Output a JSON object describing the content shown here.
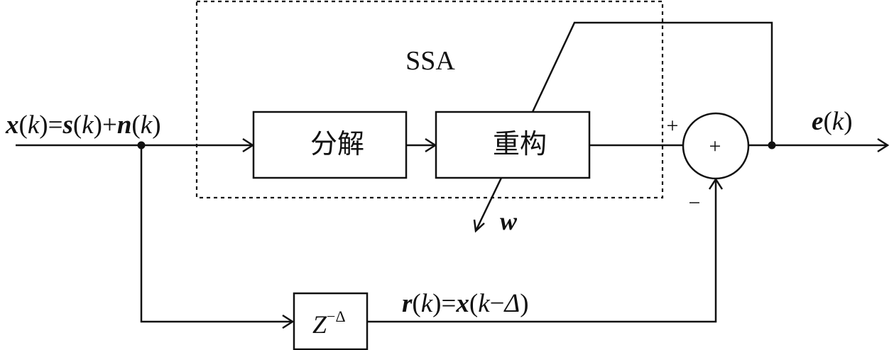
{
  "ssa_label": "SSA",
  "blocks": {
    "decompose": "分解",
    "reconstruct": "重构",
    "delay_base": "Z",
    "delay_exp": "−Δ"
  },
  "signals": {
    "input": {
      "x": "x",
      "paren1": "(",
      "k1": "k",
      "paren2": ")=",
      "s": "s",
      "paren3": "(",
      "k2": "k",
      "paren4": ")+",
      "n": "n",
      "paren5": "(",
      "k3": "k",
      "paren6": ")"
    },
    "output": {
      "e": "e",
      "paren1": "(",
      "k": "k",
      "paren2": ")"
    },
    "reference": {
      "r": "r",
      "paren1": "(",
      "k1": "k",
      "paren2": ")=",
      "x": "x",
      "paren3": "(",
      "k2": "k",
      "minus": "−",
      "delta": "Δ",
      "paren4": ")"
    },
    "weights": "w"
  },
  "summer": {
    "symbol": "+",
    "plus_sign": "+",
    "minus_sign": "−"
  }
}
